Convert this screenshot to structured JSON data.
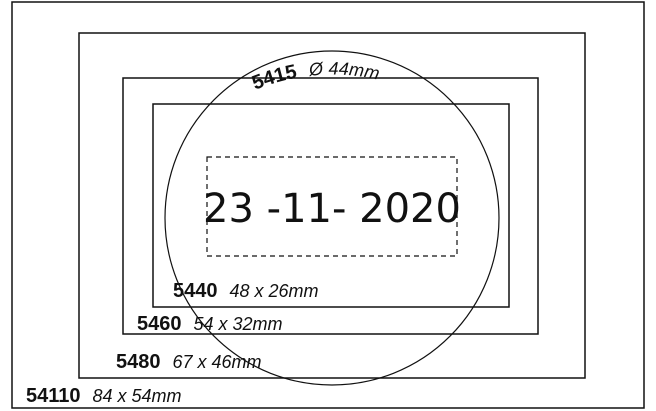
{
  "stamps": [
    {
      "code": "54110",
      "size": "84 x 54mm"
    },
    {
      "code": "5480",
      "size": "67 x 46mm"
    },
    {
      "code": "5460",
      "size": "54 x 32mm"
    },
    {
      "code": "5440",
      "size": "48 x 26mm"
    }
  ],
  "round_stamp": {
    "code": "5415",
    "size": "Ø 44mm"
  },
  "date_display": "23 -11- 2020",
  "colors": {
    "line": "#111111",
    "background": "#ffffff"
  }
}
